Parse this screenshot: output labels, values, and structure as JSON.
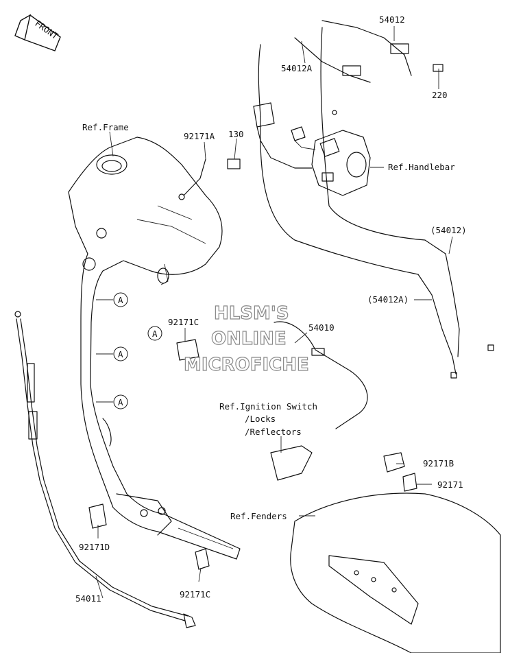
{
  "front_badge": "FRONT",
  "watermark": {
    "line1": "HLSM'S",
    "line2": "ONLINE",
    "line3": "MICROFICHE"
  },
  "labels": {
    "p54012": "54012",
    "p54012A": "54012A",
    "p220": "220",
    "ref_frame": "Ref.Frame",
    "p92171A": "92171A",
    "p130": "130",
    "ref_handlebar": "Ref.Handlebar",
    "p54012_paren": "(54012)",
    "p54012A_paren": "(54012A)",
    "p54010": "54010",
    "p92171C_top": "92171C",
    "ref_ignition": "Ref.Ignition Switch",
    "ref_locks": "/Locks",
    "ref_reflectors": "/Reflectors",
    "p92171B": "92171B",
    "p92171": "92171",
    "ref_fenders": "Ref.Fenders",
    "p92171D": "92171D",
    "p54011": "54011",
    "p92171C_bottom": "92171C"
  },
  "callouts": [
    "A",
    "A",
    "A",
    "A"
  ]
}
